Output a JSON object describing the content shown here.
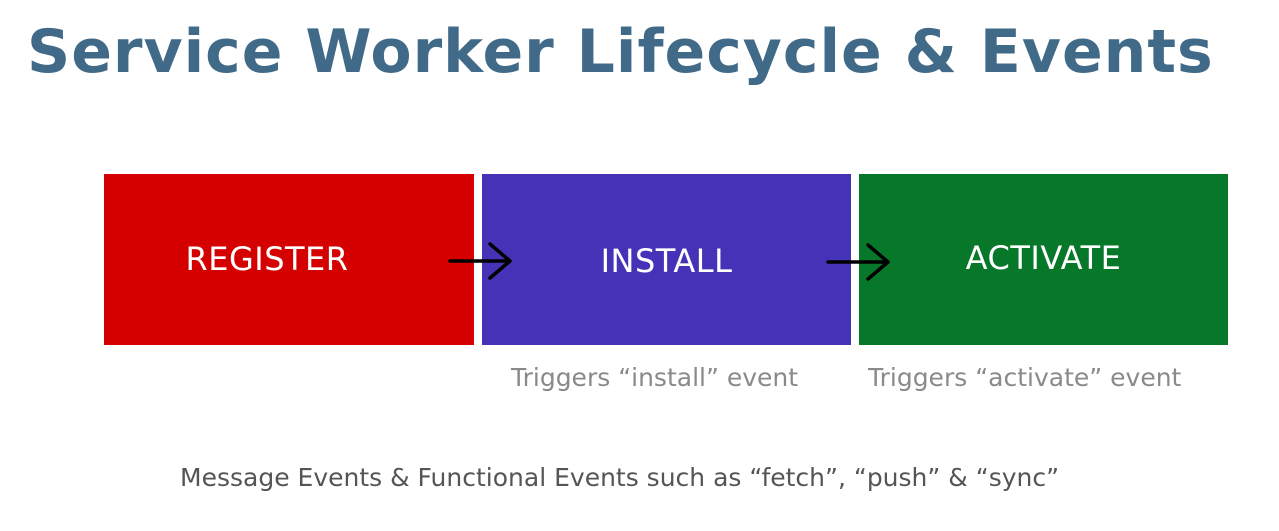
{
  "title": "Service Worker Lifecycle & Events",
  "steps": [
    {
      "label": "REGISTER",
      "color": "#d50000"
    },
    {
      "label": "INSTALL",
      "color": "#4533b7",
      "caption": "Triggers “install” event"
    },
    {
      "label": "ACTIVATE",
      "color": "#07772a",
      "caption": "Triggers “activate” event"
    }
  ],
  "footer": "Message Events & Functional Events such as “fetch”, “push” & “sync”",
  "colors": {
    "title": "#416a89",
    "caption": "#8a8a8a",
    "footer": "#555555",
    "arrow": "#000000"
  }
}
